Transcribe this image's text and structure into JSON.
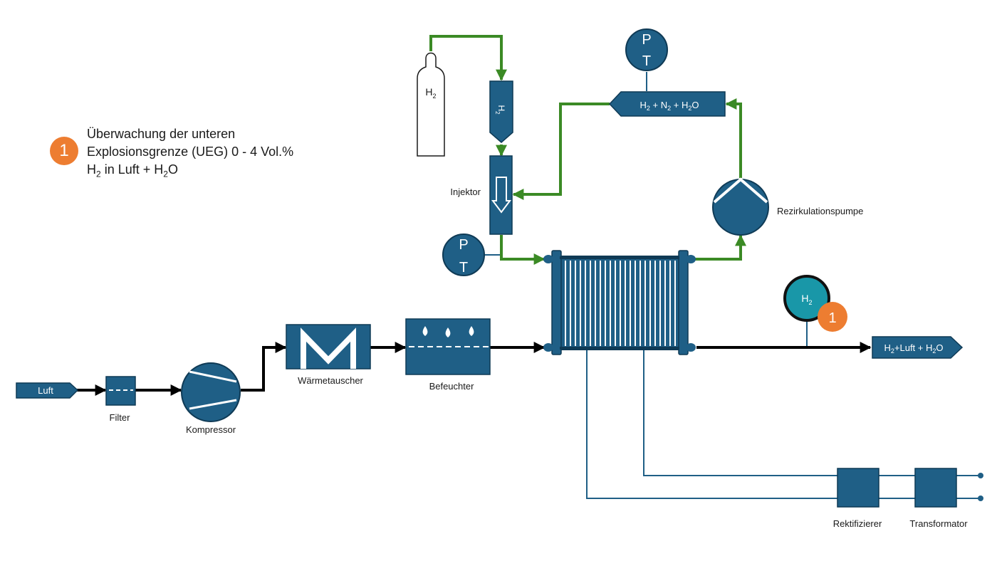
{
  "legend": {
    "badge": "1",
    "line1": "Überwachung der unteren",
    "line2": "Explosionsgrenze (UEG) 0 - 4 Vol.%",
    "line3_pre": "H",
    "line3_sub": "2",
    "line3_mid": " in Luft + H",
    "line3_sub2": "2",
    "line3_post": "O"
  },
  "labels": {
    "luft": "Luft",
    "filter": "Filter",
    "kompressor": "Kompressor",
    "waermetauscher": "Wärmetauscher",
    "befeuchter": "Befeuchter",
    "injektor": "Injektor",
    "rezirkulationspumpe": "Rezirkulationspumpe",
    "rektifizierer": "Rektifizierer",
    "transformator": "Transformator"
  },
  "tanks": {
    "cylinder_main": "H",
    "cylinder_sub": "2",
    "tank_main": "H",
    "tank_sub": "2"
  },
  "recirc_tag": {
    "p1": "H",
    "s1": "2",
    "p2": " + N",
    "s2": "2",
    "p3": " + H",
    "s3": "2",
    "p4": "O"
  },
  "outlet_tag": {
    "p1": "H",
    "s1": "2",
    "p2": "+Luft + H",
    "s2": "2",
    "p3": "O"
  },
  "pt_top": {
    "p": "P",
    "t": "T"
  },
  "pt_inj": {
    "p": "P",
    "t": "T"
  },
  "sensor": {
    "main": "H",
    "sub": "2",
    "badge": "1"
  },
  "colors": {
    "equipment": "#1f5f86",
    "hydrogen_line": "#3b8a25",
    "air_line": "#000000",
    "sensor": "#1997a8",
    "badge": "#ed7d31"
  }
}
